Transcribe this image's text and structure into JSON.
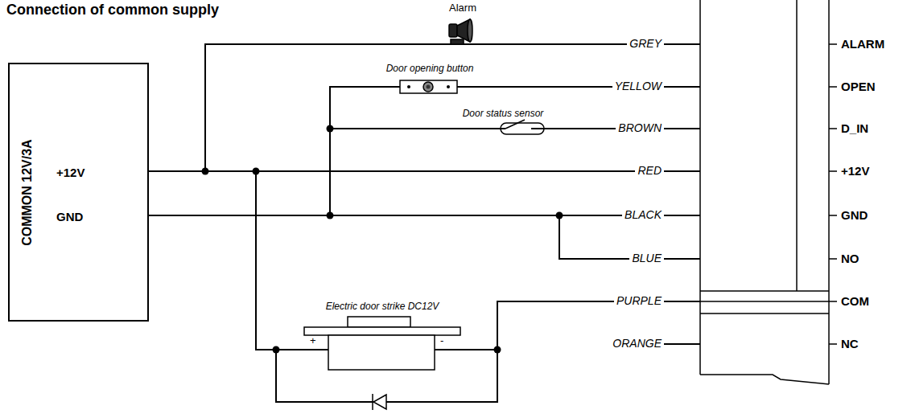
{
  "diagram": {
    "title": "Connection of common supply",
    "nodes": [
      {
        "text": [
          "COMMON 12V/3A",
          "+12V",
          "GND"
        ]
      },
      {
        "text": [
          "Alarm"
        ]
      },
      {
        "text": [
          "Door opening button"
        ]
      },
      {
        "text": [
          "Door status sensor"
        ]
      },
      {
        "text": [
          "Electric door strike DC12V",
          "+",
          "-"
        ]
      },
      {
        "text": [
          "ALARM",
          "OPEN",
          "D_IN",
          "+12V",
          "GND",
          "NO",
          "COM",
          "NC"
        ]
      }
    ],
    "edges": [
      {
        "from": 0,
        "to": 1,
        "arrow": "none"
      },
      {
        "from": 1,
        "to": 5,
        "arrow": "none"
      },
      {
        "from": 0,
        "to": 5,
        "arrow": "none"
      },
      {
        "from": 0,
        "to": 5,
        "arrow": "none"
      },
      {
        "from": 0,
        "to": 2,
        "arrow": "none"
      },
      {
        "from": 2,
        "to": 5,
        "arrow": "none"
      },
      {
        "from": 0,
        "to": 3,
        "arrow": "none"
      },
      {
        "from": 3,
        "to": 5,
        "arrow": "none"
      },
      {
        "from": 0,
        "to": 4,
        "arrow": "none"
      },
      {
        "from": 4,
        "to": 5,
        "arrow": "none"
      }
    ],
    "labels": [
      "GREY",
      "YELLOW",
      "BROWN",
      "RED",
      "BLACK",
      "BLUE",
      "PURPLE",
      "ORANGE"
    ]
  }
}
